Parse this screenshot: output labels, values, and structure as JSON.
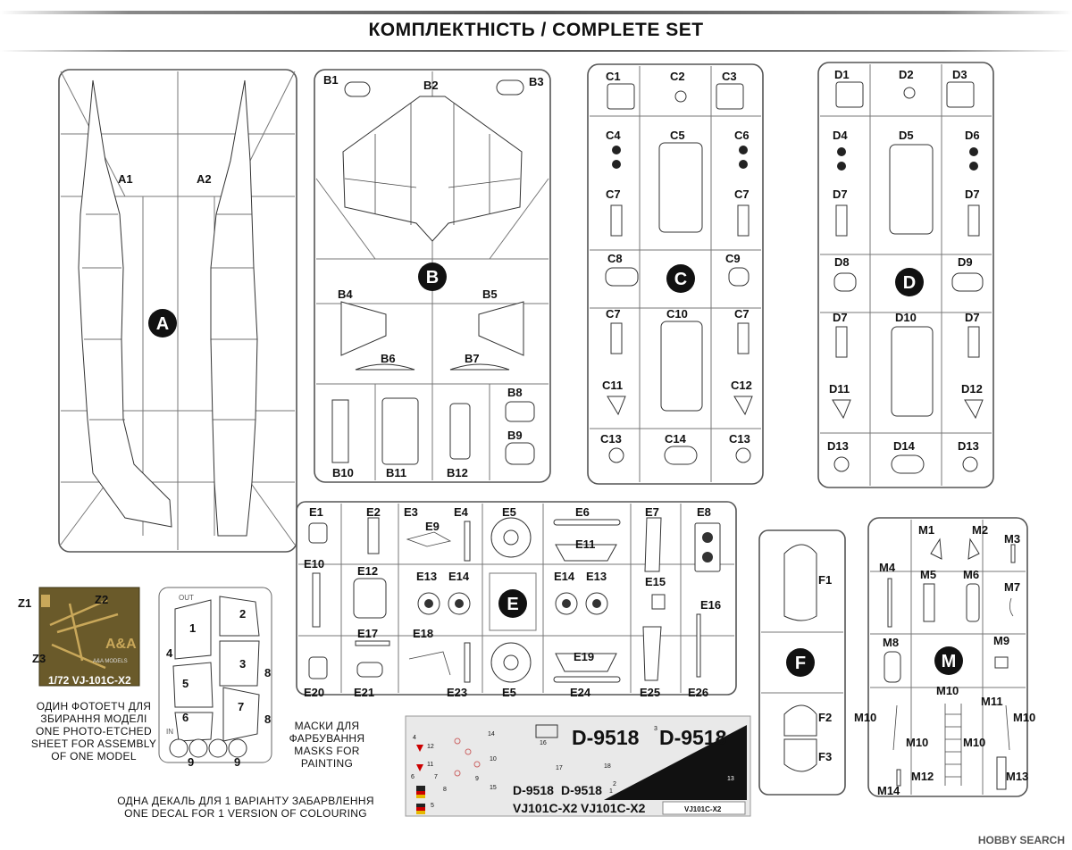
{
  "header": {
    "title": "КОМПЛЕКТНІСТЬ / COMPLETE SET"
  },
  "sprue_a": {
    "badge": "A",
    "labels": [
      "A1",
      "A2"
    ]
  },
  "sprue_b": {
    "badge": "B",
    "labels": [
      "B1",
      "B2",
      "B3",
      "B4",
      "B5",
      "B6",
      "B7",
      "B8",
      "B9",
      "B10",
      "B11",
      "B12"
    ]
  },
  "sprue_c": {
    "badge": "C",
    "labels": [
      "C1",
      "C2",
      "C3",
      "C4",
      "C5",
      "C6",
      "C7",
      "C7",
      "C8",
      "C9",
      "C7",
      "C10",
      "C7",
      "C11",
      "C12",
      "C13",
      "C14",
      "C13"
    ]
  },
  "sprue_d": {
    "badge": "D",
    "labels": [
      "D1",
      "D2",
      "D3",
      "D4",
      "D5",
      "D6",
      "D7",
      "D7",
      "D8",
      "D9",
      "D7",
      "D10",
      "D7",
      "D11",
      "D12",
      "D13",
      "D14",
      "D13"
    ]
  },
  "sprue_e": {
    "badge": "E",
    "labels": [
      "E1",
      "E2",
      "E3",
      "E4",
      "E5",
      "E6",
      "E7",
      "E8",
      "E9",
      "E10",
      "E11",
      "E12",
      "E13",
      "E14",
      "E14",
      "E13",
      "E15",
      "E16",
      "E17",
      "E18",
      "E19",
      "E20",
      "E21",
      "E23",
      "E5",
      "E24",
      "E25",
      "E26"
    ]
  },
  "sprue_f": {
    "badge": "F",
    "labels": [
      "F1",
      "F2",
      "F3"
    ]
  },
  "sprue_m": {
    "badge": "M",
    "labels": [
      "M1",
      "M2",
      "M3",
      "M4",
      "M5",
      "M6",
      "M7",
      "M8",
      "M9",
      "M10",
      "M11",
      "M10",
      "M10",
      "M10",
      "M10",
      "M12",
      "M13",
      "M14"
    ]
  },
  "photoetch": {
    "labels": [
      "Z1",
      "Z2",
      "Z3"
    ],
    "brand": "A&A MODELS",
    "model": "1/72 VJ-101C-X2",
    "caption_ua_1": "ОДИН ФОТОЕТЧ ДЛЯ",
    "caption_ua_2": "ЗБИРАННЯ МОДЕЛІ",
    "caption_en_1": "ONE PHOTO-ETCHED",
    "caption_en_2": "SHEET FOR ASSEMBLY",
    "caption_en_3": "OF ONE MODEL"
  },
  "masks": {
    "out": "OUT",
    "in": "IN",
    "numbers": [
      "1",
      "2",
      "3",
      "4",
      "5",
      "6",
      "7",
      "8",
      "8",
      "9",
      "9"
    ],
    "caption_ua_1": "МАСКИ ДЛЯ",
    "caption_ua_2": "ФАРБУВАННЯ",
    "caption_en_1": "MASKS FOR",
    "caption_en_2": "PAINTING"
  },
  "decal": {
    "reg_big_1": "D-9518",
    "reg_big_2": "D-9518",
    "reg_small_1": "D-9518",
    "reg_small_2": "D-9518",
    "type_1": "VJ101C-X2",
    "type_2": "VJ101C-X2",
    "sheet_name": "VJ101C-X2",
    "numbers": [
      "1",
      "2",
      "3",
      "4",
      "5",
      "6",
      "7",
      "8",
      "9",
      "10",
      "11",
      "12",
      "13",
      "14",
      "15",
      "16",
      "17",
      "18"
    ],
    "caption_ua": "ОДНА ДЕКАЛЬ ДЛЯ 1 ВАРІАНТУ ЗАБАРВЛЕННЯ",
    "caption_en": "ONE DECAL FOR 1 VERSION OF COLOURING"
  },
  "watermark": {
    "text": "HOBBY SEARCH"
  },
  "colors": {
    "sprue": "#555555",
    "badge": "#111111",
    "decal_bg": "#e9e9e9",
    "photoetch_bg": "#6a5a2a",
    "photoetch_metal": "#c9a85a"
  }
}
